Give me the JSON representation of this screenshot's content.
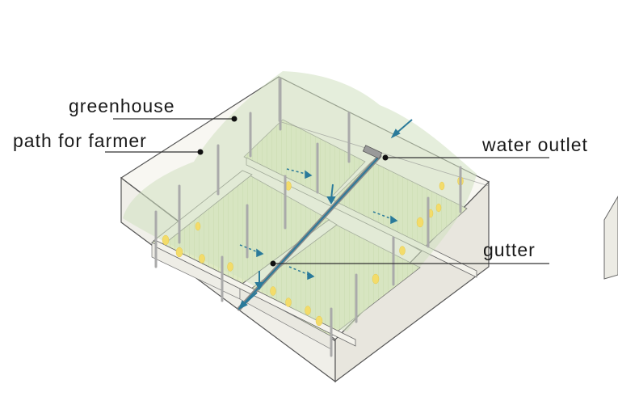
{
  "labels": {
    "greenhouse": "greenhouse",
    "path_for_farmer": "path for farmer",
    "water_outlet": "water outlet",
    "gutter": "gutter"
  },
  "colors": {
    "plot_green": "#dce8c0",
    "greenhouse_tint": "#cfe0bf",
    "wall_top": "#f7f6f1",
    "wall_side": "#ebe9e1",
    "line": "#555555",
    "water_blue": "#2a7a9a",
    "crop_yellow": "#f3dc6a"
  }
}
